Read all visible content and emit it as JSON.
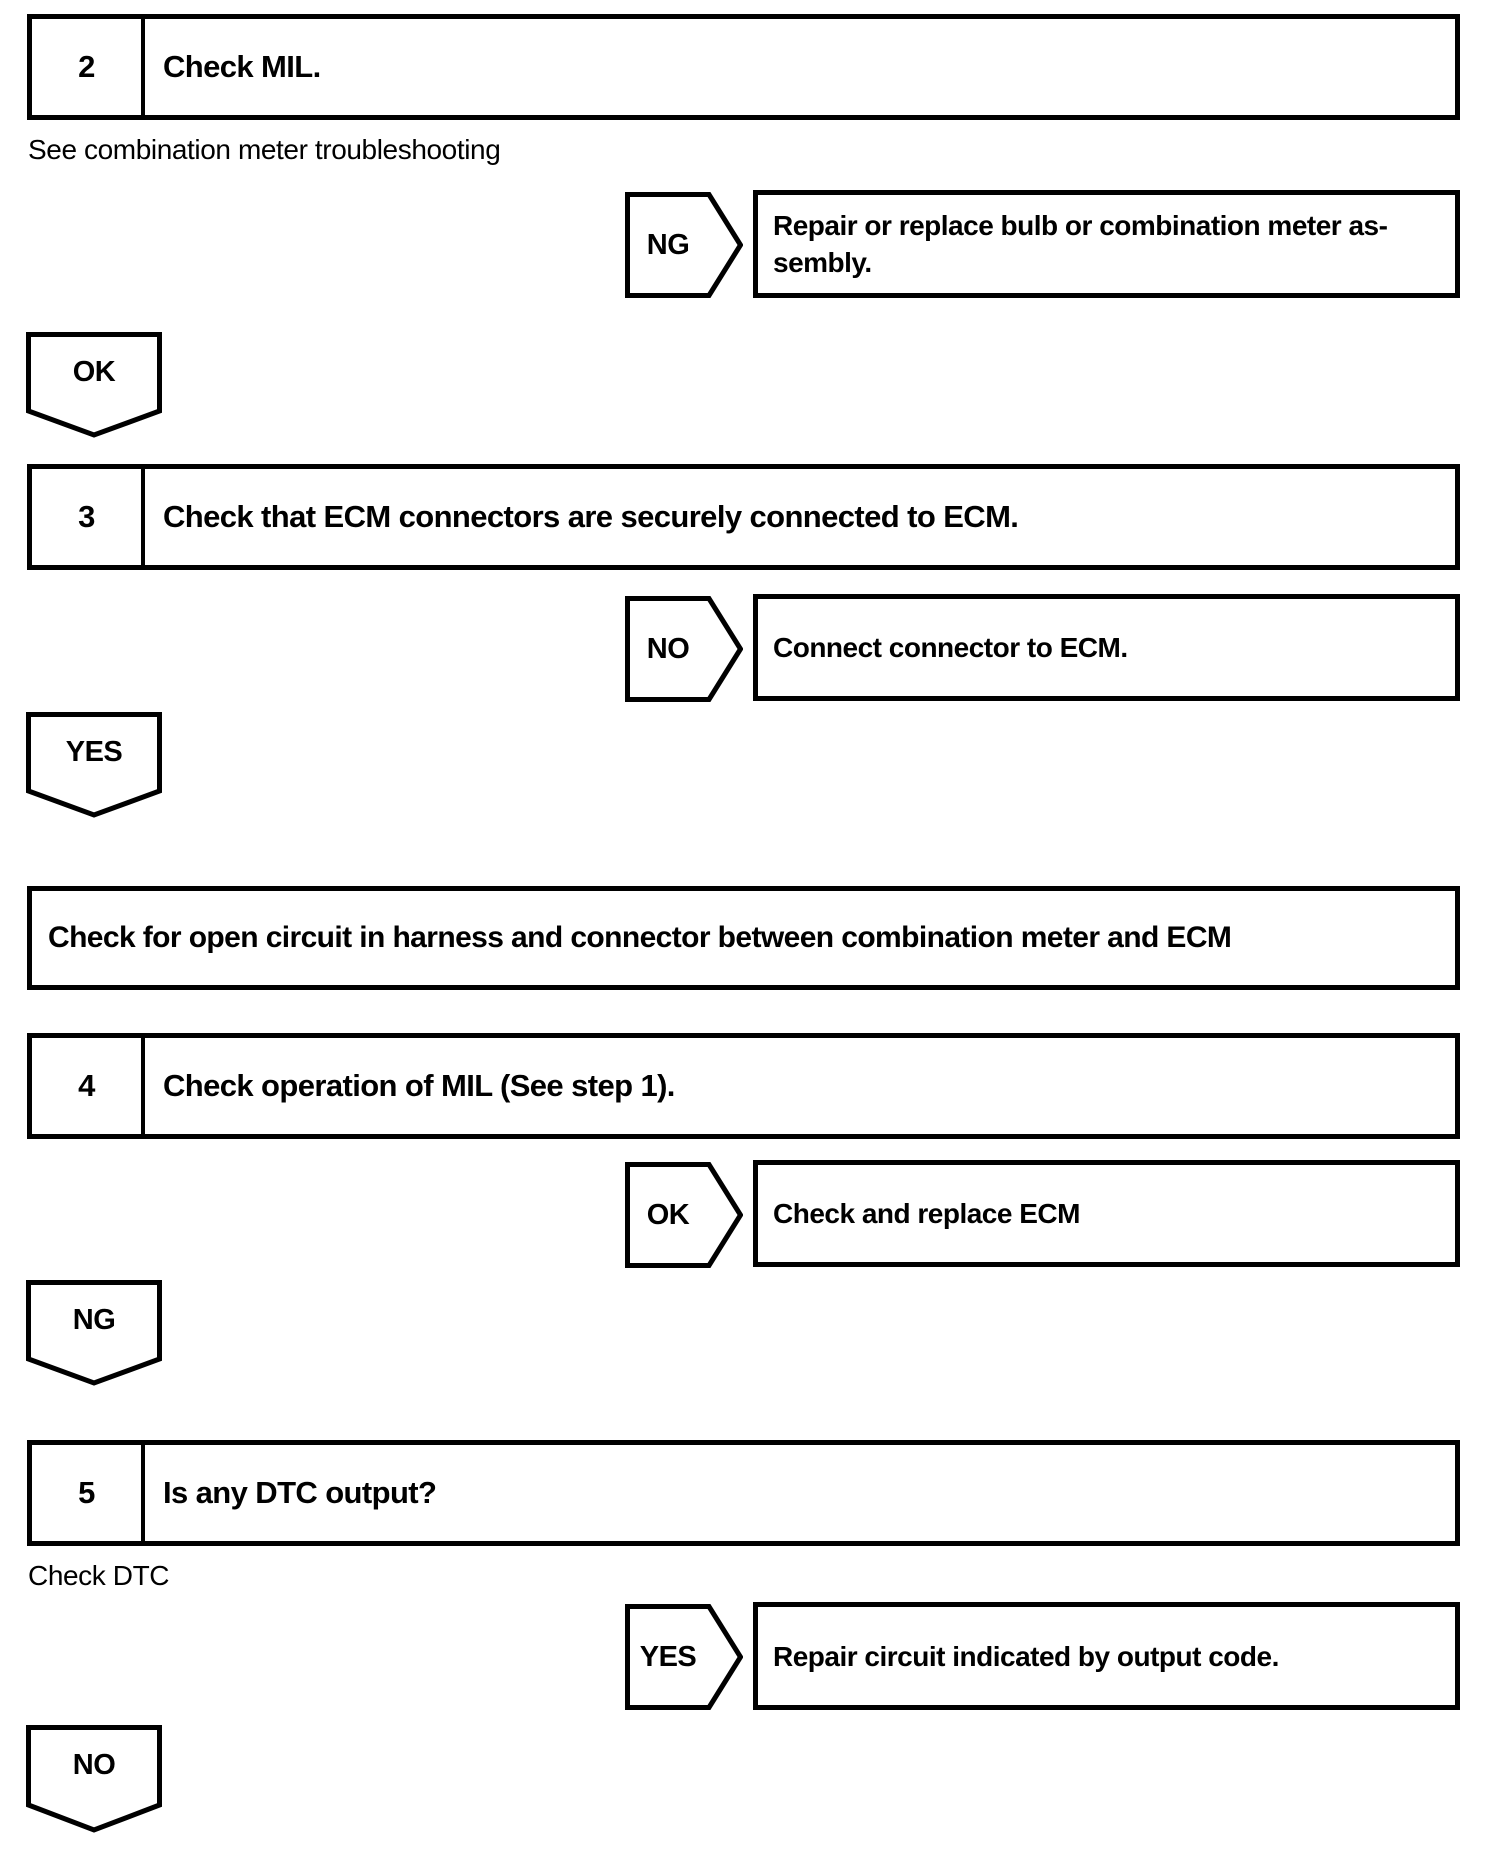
{
  "colors": {
    "ink": "#000000",
    "paper": "#ffffff"
  },
  "flow": {
    "steps": [
      {
        "number": "2",
        "title": "Check MIL.",
        "note": "See combination meter troubleshooting"
      },
      {
        "number": "3",
        "title": "Check that ECM connectors are securely connected to ECM."
      },
      {
        "number": "4",
        "title": "Check operation of MIL (See step 1)."
      },
      {
        "number": "5",
        "title": "Is any DTC output?",
        "note": "Check DTC"
      }
    ],
    "action_box": {
      "text": "Check for open circuit in harness and connector between combination meter and ECM"
    },
    "branches": [
      {
        "label": "NG",
        "result": "Repair or replace bulb or combination meter as-\nsembly."
      },
      {
        "label": "NO",
        "result": "Connect connector to ECM."
      },
      {
        "label": "OK",
        "result": "Check and replace ECM"
      },
      {
        "label": "YES",
        "result": "Repair circuit indicated by output code."
      }
    ],
    "connectors": [
      {
        "label": "OK"
      },
      {
        "label": "YES"
      },
      {
        "label": "NG"
      },
      {
        "label": "NO"
      }
    ]
  }
}
